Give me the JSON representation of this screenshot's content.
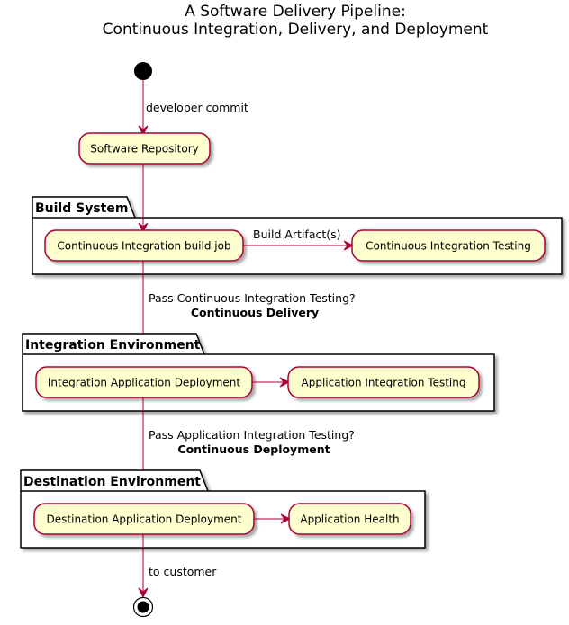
{
  "title": {
    "line1": "A Software Delivery Pipeline:",
    "line2": "Continuous Integration, Delivery, and Deployment"
  },
  "activities": {
    "repository": "Software Repository",
    "ci_build": "Continuous Integration build job",
    "ci_testing": "Continuous Integration Testing",
    "int_deploy": "Integration Application Deployment",
    "int_testing": "Application Integration Testing",
    "dest_deploy": "Destination Application Deployment",
    "app_health": "Application Health"
  },
  "partitions": {
    "build": "Build System",
    "integration": "Integration Environment",
    "destination": "Destination Environment"
  },
  "edges": {
    "commit": "developer commit",
    "artifact": "Build Artifact(s)",
    "pass_ci": "Pass Continuous Integration Testing?",
    "delivery": "Continuous Delivery",
    "pass_int": "Pass Application Integration Testing?",
    "deployment": "Continuous Deployment",
    "customer": "to customer"
  }
}
